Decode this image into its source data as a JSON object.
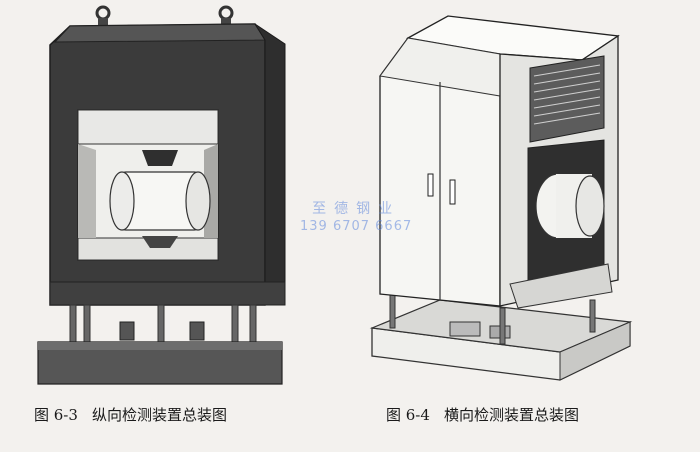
{
  "figures": [
    {
      "number": "图 6-3",
      "title": "纵向检测装置总装图"
    },
    {
      "number": "图 6-4",
      "title": "横向检测装置总装图"
    }
  ],
  "watermark": {
    "name": "至德钢业",
    "phone": "139 6707 6667"
  },
  "colors": {
    "background": "#f3f1ee",
    "cabinet_dark": "#3b3b3b",
    "line": "#222222",
    "watermark": "#5f87dc"
  }
}
